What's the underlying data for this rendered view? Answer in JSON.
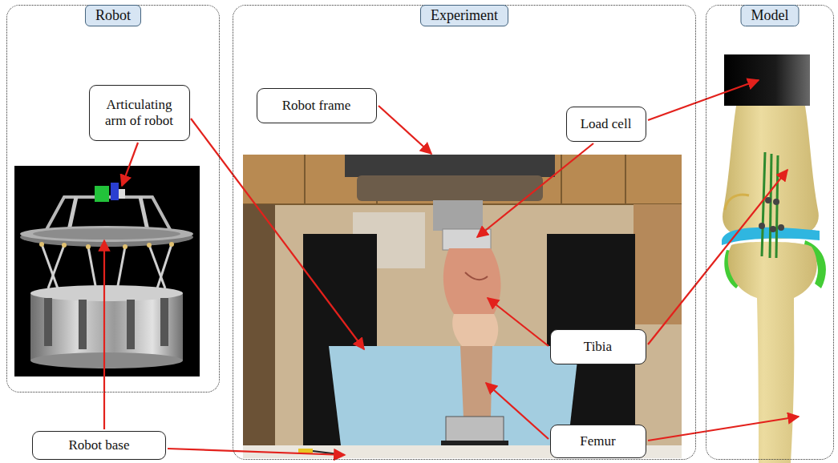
{
  "diagram": {
    "nodes": [
      {
        "text": [
          "Robot"
        ]
      },
      {
        "text": [
          "Articulating arm of robot"
        ],
        "in": 0
      },
      {
        "text": [
          "Robot base"
        ]
      },
      {
        "text": [
          "Experiment"
        ]
      },
      {
        "text": [
          "Robot frame"
        ],
        "in": 3
      },
      {
        "text": [
          "Load cell"
        ],
        "in": 3
      },
      {
        "text": [
          "Tibia"
        ],
        "in": 3
      },
      {
        "text": [
          "Femur"
        ],
        "in": 3
      },
      {
        "text": [
          "Model"
        ]
      }
    ]
  }
}
